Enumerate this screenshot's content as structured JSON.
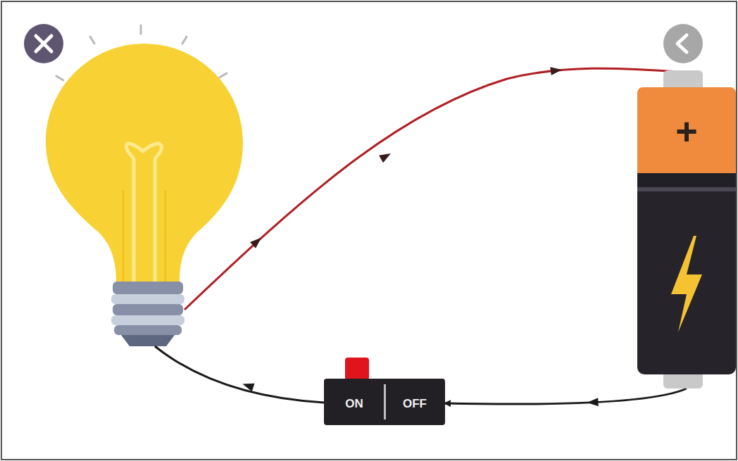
{
  "diagram": {
    "nodes": [
      {
        "text": [
          "+"
        ]
      },
      {
        "text": [
          "ON",
          "OFF"
        ]
      }
    ],
    "edges": [
      {
        "from": 0,
        "to": 1,
        "arrow": "to"
      }
    ]
  }
}
